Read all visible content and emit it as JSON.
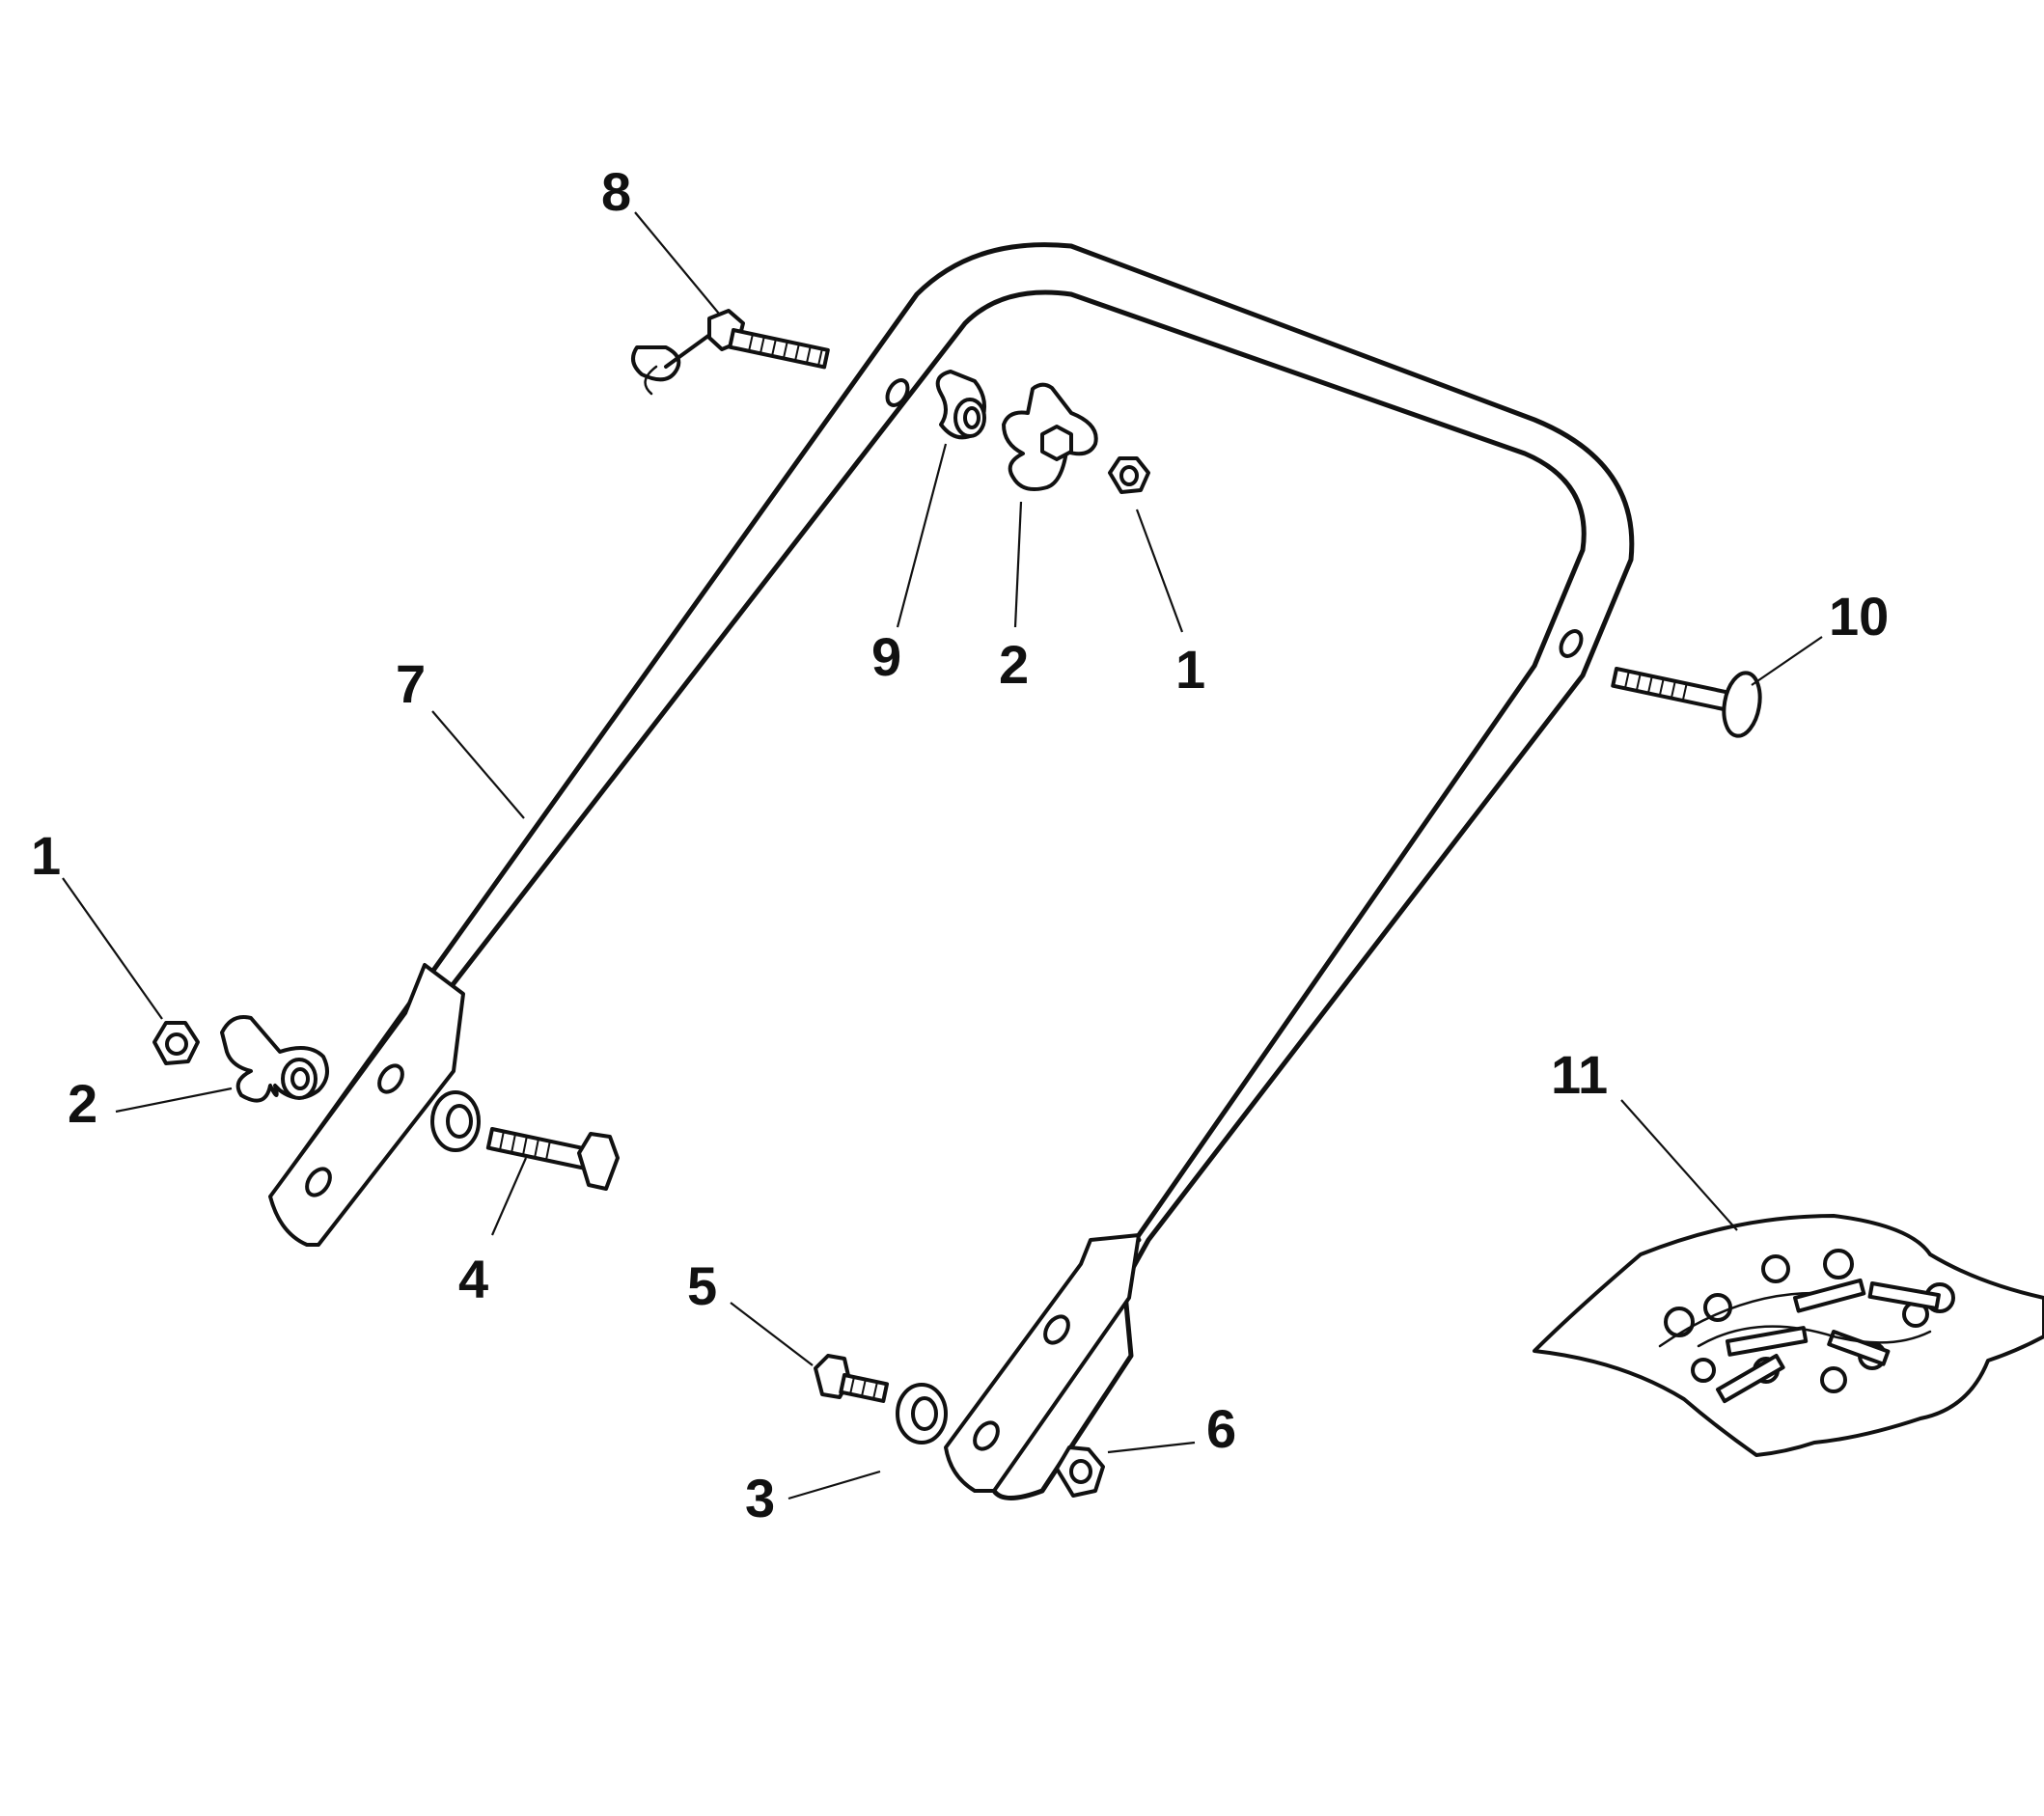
{
  "diagram": {
    "callouts": [
      {
        "id": "c8",
        "label": "8"
      },
      {
        "id": "c9",
        "label": "9"
      },
      {
        "id": "c2top",
        "label": "2"
      },
      {
        "id": "c1top",
        "label": "1"
      },
      {
        "id": "c10",
        "label": "10"
      },
      {
        "id": "c7",
        "label": "7"
      },
      {
        "id": "c1left",
        "label": "1"
      },
      {
        "id": "c2left",
        "label": "2"
      },
      {
        "id": "c4",
        "label": "4"
      },
      {
        "id": "c5",
        "label": "5"
      },
      {
        "id": "c3",
        "label": "3"
      },
      {
        "id": "c6",
        "label": "6"
      },
      {
        "id": "c11",
        "label": "11"
      }
    ]
  }
}
